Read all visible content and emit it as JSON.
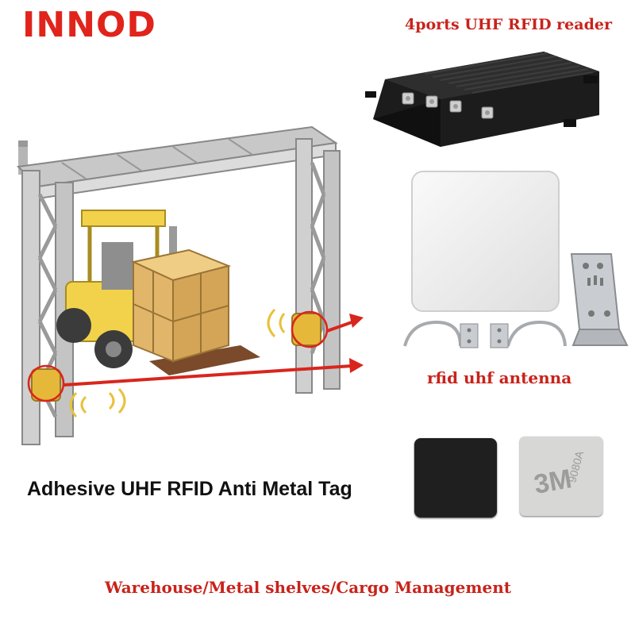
{
  "brand": "INNOD",
  "reader": {
    "title": "4ports UHF RFID reader"
  },
  "antenna": {
    "label": "rfid uhf antenna"
  },
  "tag": {
    "title": "Adhesive UHF RFID Anti Metal Tag",
    "liner_print": "3M",
    "liner_code": "9080A"
  },
  "footer": "Warehouse/Metal shelves/Cargo Management",
  "colors": {
    "accent": "#c8231b",
    "brand": "#e0241c",
    "forklift": "#f2d24a",
    "box": "#e1b66a"
  }
}
